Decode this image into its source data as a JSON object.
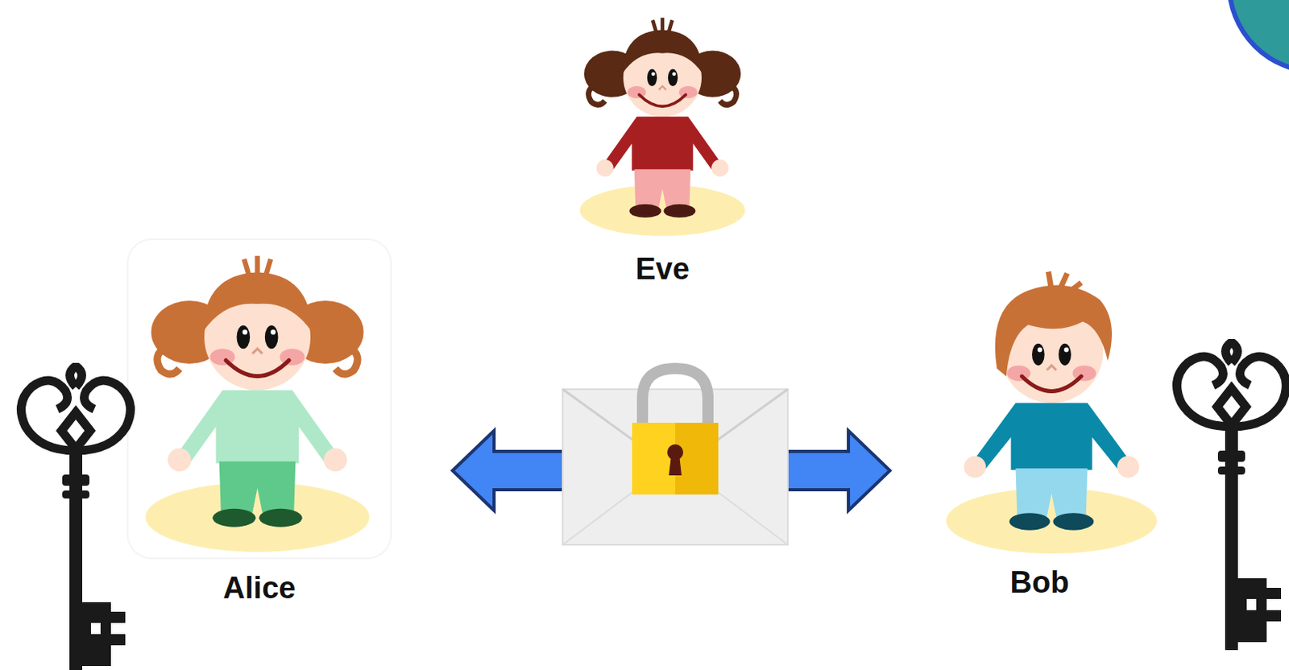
{
  "diagram": {
    "nodes": [
      {
        "text": [
          "Eve"
        ]
      },
      {
        "text": [
          "Alice"
        ]
      },
      {
        "text": [
          "Bob"
        ]
      }
    ],
    "edges": [
      {
        "from": 1,
        "to": 2,
        "arrow": "both"
      }
    ]
  }
}
